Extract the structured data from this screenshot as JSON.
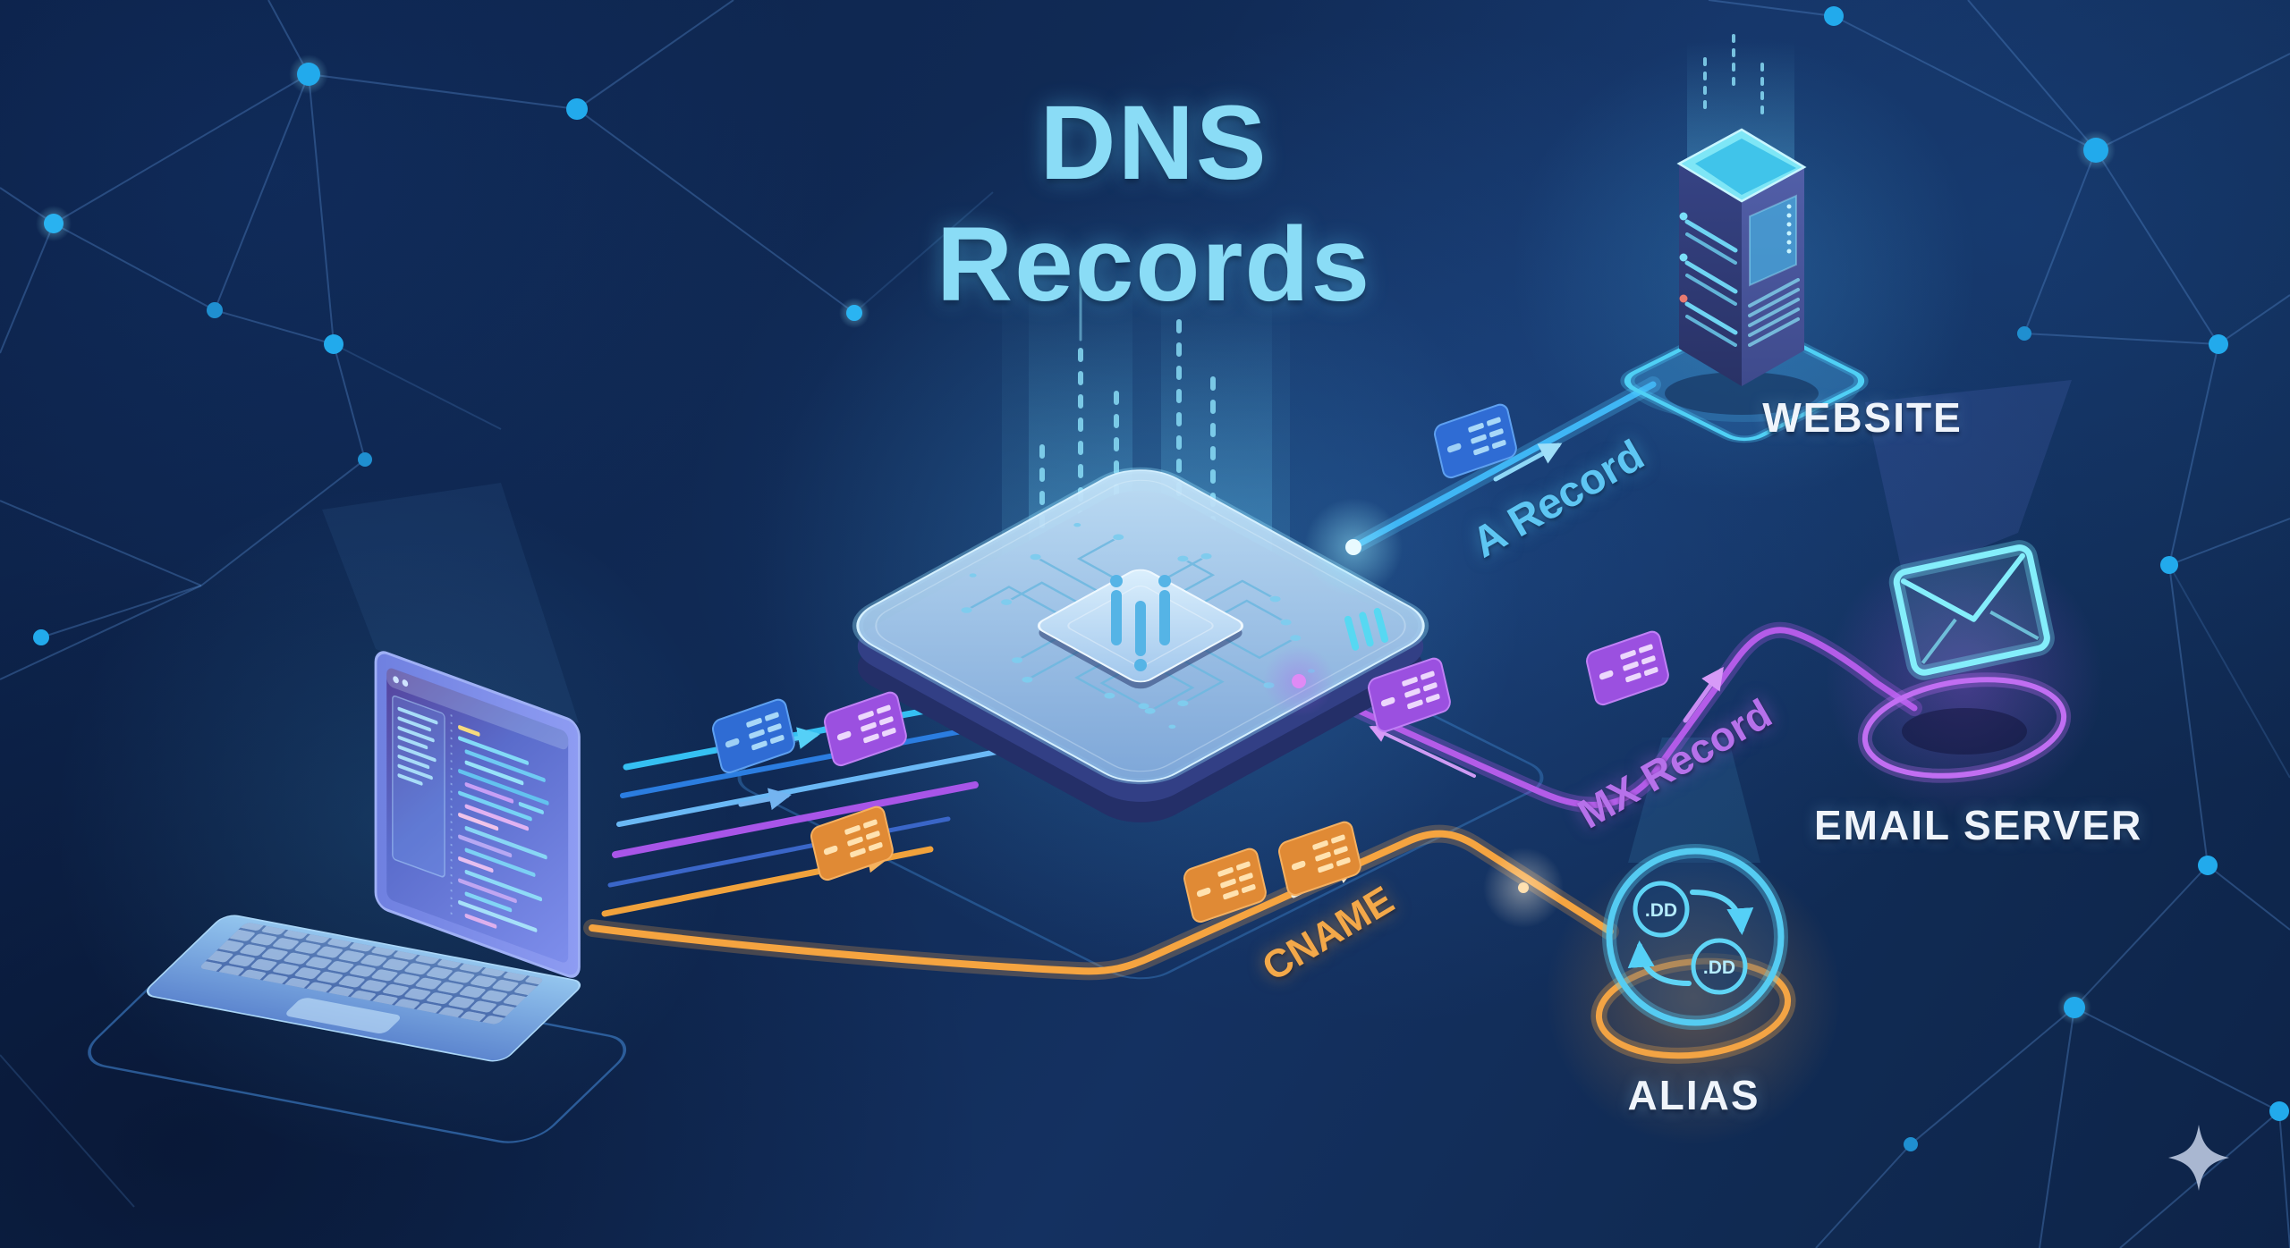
{
  "title": "DNS Records",
  "endpoints": {
    "website": {
      "label": "WEBSITE"
    },
    "email": {
      "label": "EMAIL SERVER"
    },
    "alias": {
      "label": "ALIAS",
      "cycle_a": ".DD",
      "cycle_b": ".DD"
    }
  },
  "records": {
    "a": {
      "label": "A Record",
      "color": "#5ec6f3"
    },
    "mx": {
      "label": "MX Record",
      "color": "#b671ea"
    },
    "cname": {
      "label": "CNAME",
      "color": "#f3a849"
    }
  },
  "colors": {
    "background": "#102a55",
    "title_text": "#8adcf6",
    "endpoint_label": "#eff4fb",
    "cyan_accent": "#49c6f2",
    "purple_accent": "#b169e9",
    "orange_accent": "#f2a444",
    "network_line": "#4f83c4",
    "network_node": "#22aaec"
  },
  "icons": {
    "client": "laptop-icon",
    "resolver": "dns-chip-icon",
    "website": "server-tower-icon",
    "email": "envelope-icon",
    "alias": "domain-cycle-icon",
    "record_badge": "record-card-icon",
    "decoration": "sparkle-icon"
  }
}
